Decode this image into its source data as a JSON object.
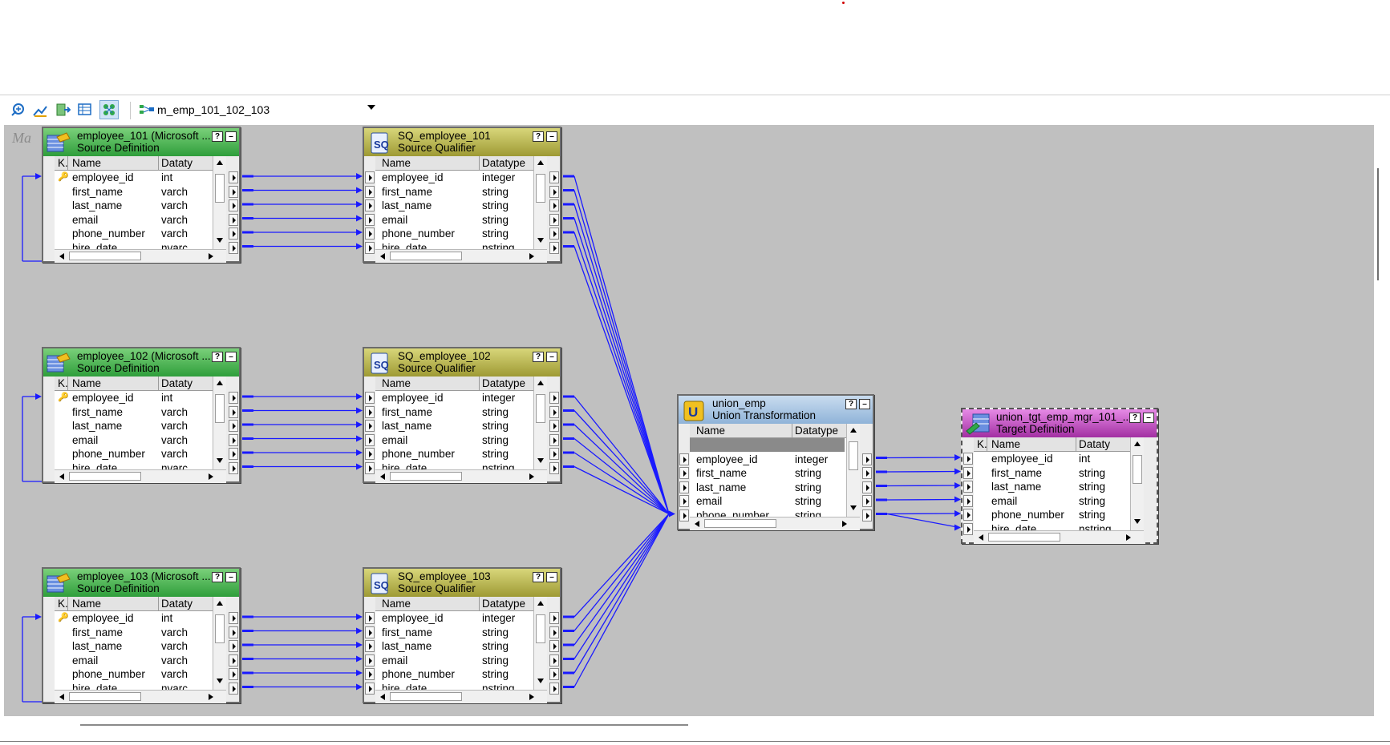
{
  "toolbar": {
    "icons": [
      "arrange-icon",
      "iconize-icon",
      "autolink-icon",
      "propagate-icon",
      "link-paths-icon"
    ],
    "mapping_name": "m_emp_101_102_103"
  },
  "canvas": {
    "label": "Ma"
  },
  "columns": {
    "key": "K.",
    "name": "Name",
    "datatype": "Datatype",
    "datatype_trunc": "Dataty"
  },
  "sources": [
    {
      "title": "employee_101 (Microsoft ...",
      "subtitle": "Source Definition",
      "rows": [
        {
          "name": "employee_id",
          "type": "int",
          "key": true
        },
        {
          "name": "first_name",
          "type": "varch"
        },
        {
          "name": "last_name",
          "type": "varch"
        },
        {
          "name": "email",
          "type": "varch"
        },
        {
          "name": "phone_number",
          "type": "varch"
        },
        {
          "name": "hire_date",
          "type": "nvarc"
        }
      ]
    },
    {
      "title": "employee_102 (Microsoft ...",
      "subtitle": "Source Definition",
      "rows": [
        {
          "name": "employee_id",
          "type": "int",
          "key": true
        },
        {
          "name": "first_name",
          "type": "varch"
        },
        {
          "name": "last_name",
          "type": "varch"
        },
        {
          "name": "email",
          "type": "varch"
        },
        {
          "name": "phone_number",
          "type": "varch"
        },
        {
          "name": "hire_date",
          "type": "nvarc"
        }
      ]
    },
    {
      "title": "employee_103 (Microsoft ...",
      "subtitle": "Source Definition",
      "rows": [
        {
          "name": "employee_id",
          "type": "int",
          "key": true
        },
        {
          "name": "first_name",
          "type": "varch"
        },
        {
          "name": "last_name",
          "type": "varch"
        },
        {
          "name": "email",
          "type": "varch"
        },
        {
          "name": "phone_number",
          "type": "varch"
        },
        {
          "name": "hire_date",
          "type": "nvarc"
        }
      ]
    }
  ],
  "qualifiers": [
    {
      "title": "SQ_employee_101",
      "subtitle": "Source Qualifier",
      "rows": [
        {
          "name": "employee_id",
          "type": "integer"
        },
        {
          "name": "first_name",
          "type": "string"
        },
        {
          "name": "last_name",
          "type": "string"
        },
        {
          "name": "email",
          "type": "string"
        },
        {
          "name": "phone_number",
          "type": "string"
        },
        {
          "name": "hire_date",
          "type": "nstring"
        }
      ]
    },
    {
      "title": "SQ_employee_102",
      "subtitle": "Source Qualifier",
      "rows": [
        {
          "name": "employee_id",
          "type": "integer"
        },
        {
          "name": "first_name",
          "type": "string"
        },
        {
          "name": "last_name",
          "type": "string"
        },
        {
          "name": "email",
          "type": "string"
        },
        {
          "name": "phone_number",
          "type": "string"
        },
        {
          "name": "hire_date",
          "type": "nstring"
        }
      ]
    },
    {
      "title": "SQ_employee_103",
      "subtitle": "Source Qualifier",
      "rows": [
        {
          "name": "employee_id",
          "type": "integer"
        },
        {
          "name": "first_name",
          "type": "string"
        },
        {
          "name": "last_name",
          "type": "string"
        },
        {
          "name": "email",
          "type": "string"
        },
        {
          "name": "phone_number",
          "type": "string"
        },
        {
          "name": "hire_date",
          "type": "nstring"
        }
      ]
    }
  ],
  "union": {
    "title": "union_emp",
    "subtitle": "Union Transformation",
    "rows": [
      {
        "name": "employee_id",
        "type": "integer"
      },
      {
        "name": "first_name",
        "type": "string"
      },
      {
        "name": "last_name",
        "type": "string"
      },
      {
        "name": "email",
        "type": "string"
      },
      {
        "name": "phone_number",
        "type": "string"
      }
    ]
  },
  "target": {
    "title": "union_tgt_emp_mgr_101_...",
    "subtitle": "Target Definition",
    "rows": [
      {
        "name": "employee_id",
        "type": "int"
      },
      {
        "name": "first_name",
        "type": "string"
      },
      {
        "name": "last_name",
        "type": "string"
      },
      {
        "name": "email",
        "type": "string"
      },
      {
        "name": "phone_number",
        "type": "string"
      },
      {
        "name": "hire_date",
        "type": "nstring"
      }
    ]
  },
  "colors": {
    "link": "#1a1aff",
    "source_header": "#2f9e3b",
    "qualifier_header": "#9e9a34",
    "union_header": "#8fb3d8",
    "target_header": "#a22fa2",
    "canvas": "#c0c0c0"
  }
}
